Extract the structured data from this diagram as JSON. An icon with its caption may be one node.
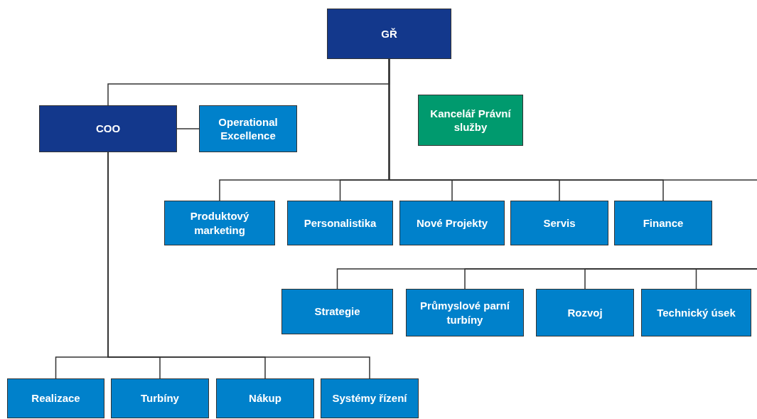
{
  "diagram": {
    "nodes": [
      {
        "text": [
          "GŘ"
        ]
      },
      {
        "text": [
          "COO"
        ]
      },
      {
        "text": [
          "Operational Excellence"
        ]
      },
      {
        "text": [
          "Kancelář Právní služby"
        ]
      },
      {
        "text": [
          "Produktový marketing"
        ]
      },
      {
        "text": [
          "Personalistika"
        ]
      },
      {
        "text": [
          "Nové Projekty"
        ]
      },
      {
        "text": [
          "Servis"
        ]
      },
      {
        "text": [
          "Finance"
        ]
      },
      {
        "text": [
          "Strategie"
        ]
      },
      {
        "text": [
          "Průmyslové parní turbíny"
        ]
      },
      {
        "text": [
          "Rozvoj"
        ]
      },
      {
        "text": [
          "Technický úsek"
        ]
      },
      {
        "text": [
          "Realizace"
        ]
      },
      {
        "text": [
          "Turbíny"
        ]
      },
      {
        "text": [
          "Nákup"
        ]
      },
      {
        "text": [
          "Systémy řízení"
        ]
      }
    ],
    "edges": [
      {
        "from": 0,
        "to": 1,
        "arrow": "none"
      },
      {
        "from": 1,
        "to": 2,
        "arrow": "none"
      },
      {
        "from": 0,
        "to": 4,
        "arrow": "none"
      },
      {
        "from": 0,
        "to": 5,
        "arrow": "none"
      },
      {
        "from": 0,
        "to": 6,
        "arrow": "none"
      },
      {
        "from": 0,
        "to": 7,
        "arrow": "none"
      },
      {
        "from": 0,
        "to": 8,
        "arrow": "none"
      },
      {
        "from": 0,
        "to": null,
        "arrow": "none"
      },
      {
        "from": null,
        "to": 9,
        "arrow": "none"
      },
      {
        "from": null,
        "to": 10,
        "arrow": "none"
      },
      {
        "from": null,
        "to": 11,
        "arrow": "none"
      },
      {
        "from": null,
        "to": 12,
        "arrow": "none"
      },
      {
        "from": 1,
        "to": 13,
        "arrow": "none"
      },
      {
        "from": 1,
        "to": 14,
        "arrow": "none"
      },
      {
        "from": 1,
        "to": 15,
        "arrow": "none"
      },
      {
        "from": 1,
        "to": 16,
        "arrow": "none"
      }
    ]
  }
}
